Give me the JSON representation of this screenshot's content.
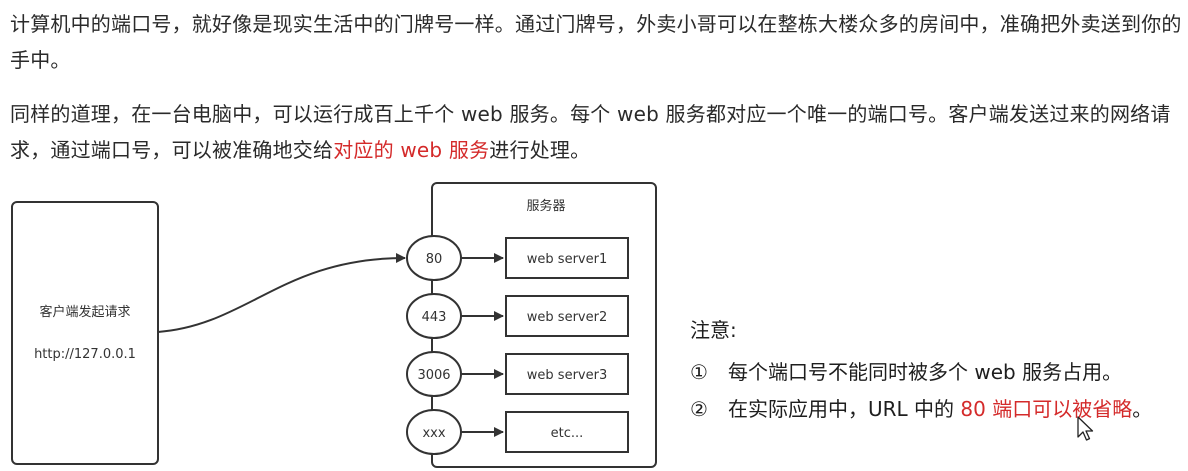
{
  "paragraphs": [
    {
      "text_a": "计算机中的端口号，就好像是现实生活中的门牌号一样。通过门牌号，外卖小哥可以在整栋大楼众多的房间中，准确把外卖送到你的手中。"
    },
    {
      "text_a": "同样的道理，在一台电脑中，可以运行成百上千个 web 服务。每个 web 服务都对应一个唯一的端口号。客户端发送过来的网络请求，通过端口号，可以被准确地交给",
      "highlight": "对应的 web 服务",
      "text_b": "进行处理。"
    }
  ],
  "diagram": {
    "client": {
      "label": "客户端发起请求",
      "url": "http://127.0.0.1"
    },
    "server": {
      "title": "服务器",
      "ports": [
        "80",
        "443",
        "3006",
        "xxx"
      ],
      "services": [
        "web server1",
        "web server2",
        "web server3",
        "etc..."
      ]
    }
  },
  "note": {
    "title": "注意:",
    "items": [
      {
        "marker": "①",
        "text": "每个端口号不能同时被多个 web 服务占用。"
      },
      {
        "marker": "②",
        "text_a": "在实际应用中，URL 中的 ",
        "highlight": "80 端口可以被省略",
        "text_b": "。"
      }
    ]
  },
  "colors": {
    "highlight": "#d42a2a",
    "text": "#2a2a2a",
    "diagram_stroke": "#333333"
  }
}
